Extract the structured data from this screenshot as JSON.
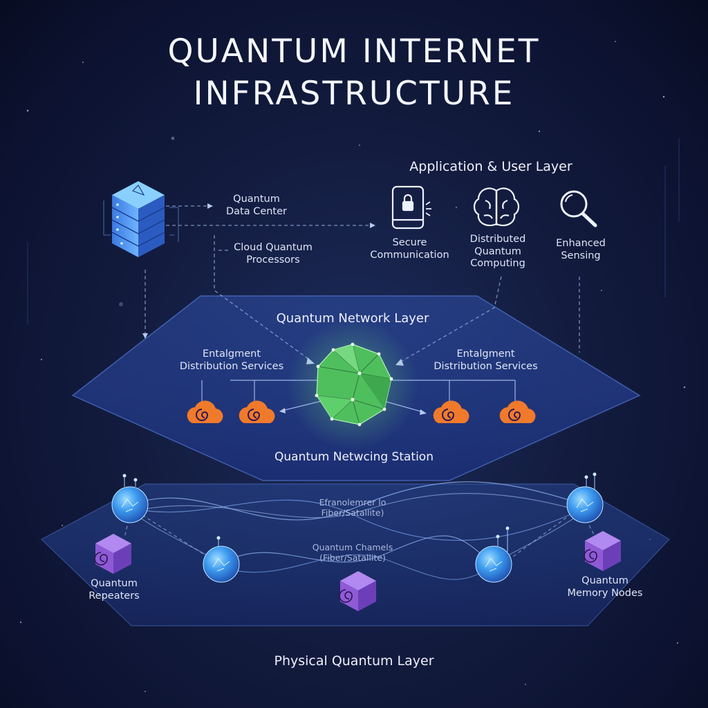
{
  "title": {
    "line1": "QUANTUM INTERNET",
    "line2": "INFRASTRUCTURE"
  },
  "application_layer": {
    "name": "Application & User Layer",
    "items": [
      {
        "label_lines": [
          "Secure",
          "Communication"
        ],
        "icon": "secure-phone-icon"
      },
      {
        "label_lines": [
          "Distributed",
          "Quantum",
          "Computing"
        ],
        "icon": "brain-icon"
      },
      {
        "label_lines": [
          "Enhanced",
          "Sensing"
        ],
        "icon": "magnifier-icon"
      }
    ]
  },
  "data_center": {
    "label_lines": [
      "Quantum",
      "Data Center"
    ],
    "sub_label_lines": [
      "Cloud Quantum",
      "Processors"
    ],
    "icon": "server-rack-icon"
  },
  "network_layer": {
    "name": "Quantum Network Layer",
    "left_service_lines": [
      "Entalgment",
      "Distribution Services"
    ],
    "right_service_lines": [
      "Entalgment",
      "Distribution Services"
    ],
    "station": "Quantum Netwcing Station",
    "hub_icon": "entanglement-hub-icon",
    "node_icon": "cloud-spiral-icon"
  },
  "physical_layer": {
    "name": "Physical Quantum Layer",
    "upper_channel_lines": [
      "Efranolemrer lo",
      "Fiber/Satallite)"
    ],
    "lower_channel_lines": [
      "Quantum Chamels",
      "(Fiber/Satallite)"
    ],
    "repeaters_lines": [
      "Quantum",
      "Repeaters"
    ],
    "memory_lines": [
      "Quantum",
      "Memory Nodes"
    ],
    "node_icon": "qubit-sphere-icon",
    "cube_icon": "memory-cube-icon"
  },
  "colors": {
    "accent_blue": "#4aa3ff",
    "hub_green": "#5fd36a",
    "cloud_orange": "#f07a2c",
    "cube_purple": "#8f5ad6"
  }
}
